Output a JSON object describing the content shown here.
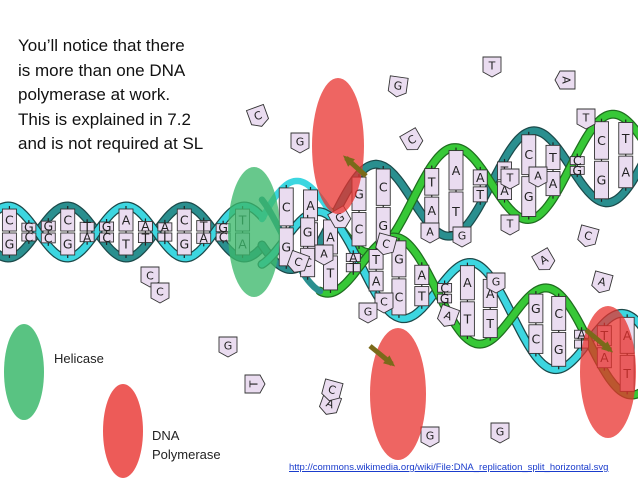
{
  "intro_text": {
    "lines": [
      "You’ll notice that there",
      "is more than one DNA",
      "polymerase at work.",
      "This is explained in 7.2",
      "and is not required at SL"
    ]
  },
  "legend": {
    "helicase_label": "Helicase",
    "polymerase_line1": "DNA",
    "polymerase_line2": "Polymerase"
  },
  "source_link": "http://commons.wikimedia.org/wiki/File:DNA_replication_split_horizontal.svg",
  "colors": {
    "strand_teal": "#2a8f8f",
    "strand_cyan": "#3cd6e0",
    "new_strand_green": "#37c837",
    "helicase": "#3cb96c",
    "polymerase": "#e8322e",
    "base_fill": "#eadcf0",
    "arrow": "#7a6a1a"
  },
  "diagram": {
    "parent_bases": [
      [
        "C",
        "G"
      ],
      [
        "G",
        "C"
      ],
      [
        "G",
        "C"
      ],
      [
        "C",
        "G"
      ],
      [
        "T",
        "A"
      ],
      [
        "G",
        "C"
      ],
      [
        "A",
        "T"
      ],
      [
        "A",
        "T"
      ],
      [
        "A",
        "T"
      ],
      [
        "C",
        "G"
      ],
      [
        "T",
        "A"
      ],
      [
        "G",
        "C"
      ],
      [
        "T",
        "A"
      ]
    ],
    "upper_bases": [
      [
        "C",
        "G"
      ],
      [
        "A",
        "T"
      ],
      [
        "A",
        "T"
      ],
      [
        "G",
        "C"
      ],
      [
        "C",
        "G"
      ],
      [
        "G",
        "C"
      ],
      [
        "T",
        "A"
      ],
      [
        "A",
        "T"
      ],
      [
        "A",
        "T"
      ],
      [
        "T",
        "A"
      ],
      [
        "C",
        "G"
      ],
      [
        "T",
        "A"
      ],
      [
        "C",
        "G"
      ],
      [
        "C",
        "G"
      ],
      [
        "T",
        "A"
      ]
    ],
    "lower_bases": [
      [
        "C",
        "G"
      ],
      [
        "G",
        "C"
      ],
      [
        "A",
        "T"
      ],
      [
        "A",
        "T"
      ],
      [
        "T",
        "A"
      ],
      [
        "G",
        "C"
      ],
      [
        "A",
        "T"
      ],
      [
        "C",
        "G"
      ],
      [
        "A",
        "T"
      ],
      [
        "A",
        "T"
      ],
      [
        "T",
        "A"
      ],
      [
        "G",
        "C"
      ],
      [
        "C",
        "G"
      ],
      [
        "A",
        "T"
      ],
      [
        "T",
        "A"
      ],
      [
        "A",
        "T"
      ]
    ],
    "floating_nucleotides": [
      "C",
      "G",
      "T",
      "A",
      "G",
      "C",
      "T",
      "A",
      "G",
      "C",
      "A",
      "G",
      "T",
      "A",
      "C",
      "G",
      "A",
      "C",
      "G",
      "T",
      "A",
      "C",
      "C",
      "A",
      "G",
      "G",
      "A",
      "T",
      "G",
      "C",
      "C"
    ]
  }
}
